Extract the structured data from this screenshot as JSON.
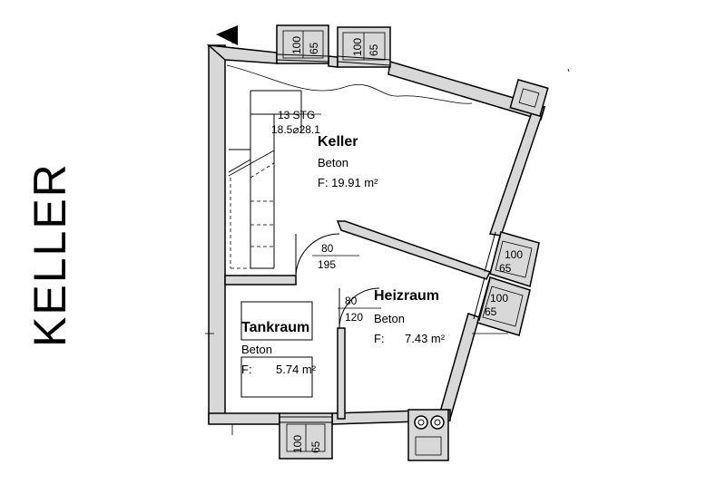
{
  "floor_label": "KELLER",
  "stair": {
    "steps": "13 STG",
    "ratio": "18.5⌀28.1"
  },
  "rooms": {
    "keller": {
      "name": "Keller",
      "material": "Beton",
      "area": "F: 19.91 m²"
    },
    "heizraum": {
      "name": "Heizraum",
      "material": "Beton",
      "area_prefix": "F:",
      "area": "7.43 m²"
    },
    "tankraum": {
      "name": "Tankraum",
      "material": "Beton",
      "area_prefix": "F:",
      "area": "5.74 m²"
    }
  },
  "doors": {
    "keller_door": {
      "width": "80",
      "height": "195"
    },
    "heizraum_door": {
      "width": "80",
      "height": "120"
    }
  },
  "windows": [
    {
      "id": "top-left",
      "width": "100",
      "height": "65"
    },
    {
      "id": "top-right",
      "width": "100",
      "height": "65"
    },
    {
      "id": "right-upper",
      "width": "100",
      "height": "65"
    },
    {
      "id": "right-lower",
      "width": "100",
      "height": "65"
    },
    {
      "id": "bottom",
      "width": "100",
      "height": "65"
    }
  ]
}
